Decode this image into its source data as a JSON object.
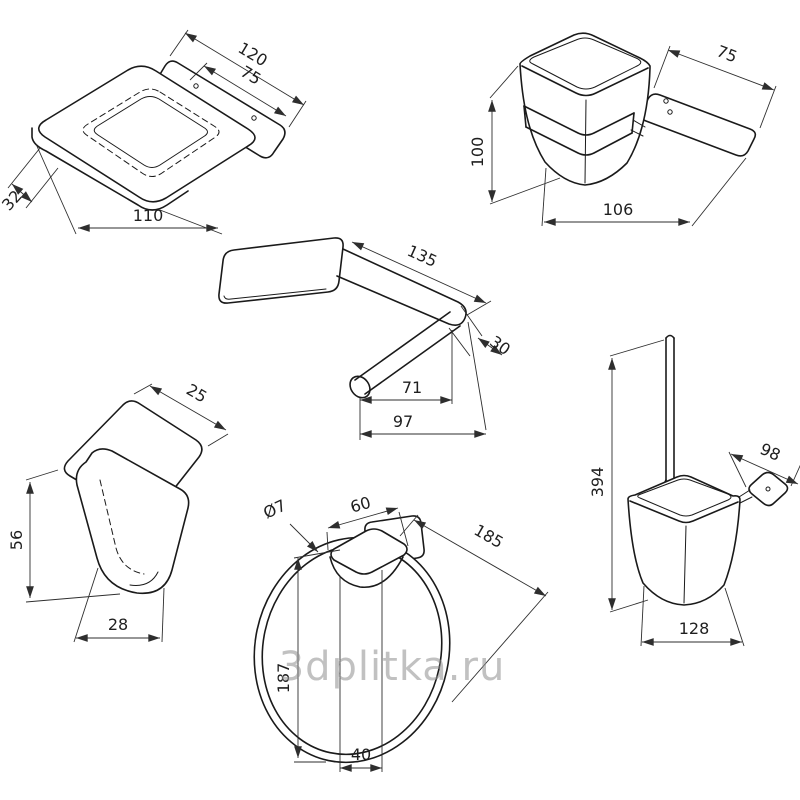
{
  "canvas": {
    "background": "#ffffff",
    "line_color": "#1a1a1a",
    "dimension_color": "#2e2e2e",
    "watermark_color": "#8f8f8f"
  },
  "watermark": {
    "text": "3dplitka.ru"
  },
  "drawings": {
    "soap_dish": {
      "dims": {
        "plate_width": "120",
        "plate_depth": "75",
        "height": "32",
        "width": "110"
      }
    },
    "glass_holder": {
      "dims": {
        "plate_width": "75",
        "height": "100",
        "depth": "106"
      }
    },
    "paper_holder": {
      "dims": {
        "width": "135",
        "bar_height": "30",
        "roller_length": "71",
        "depth": "97"
      }
    },
    "hook": {
      "dims": {
        "depth": "25",
        "height": "56",
        "width": "28"
      }
    },
    "towel_ring": {
      "dims": {
        "tube_diameter": "Ø7",
        "bracket_width": "60",
        "width": "185",
        "height": "187",
        "base_width": "40"
      }
    },
    "brush_holder": {
      "dims": {
        "height": "394",
        "plate_width": "98",
        "cup_width": "128"
      }
    }
  }
}
